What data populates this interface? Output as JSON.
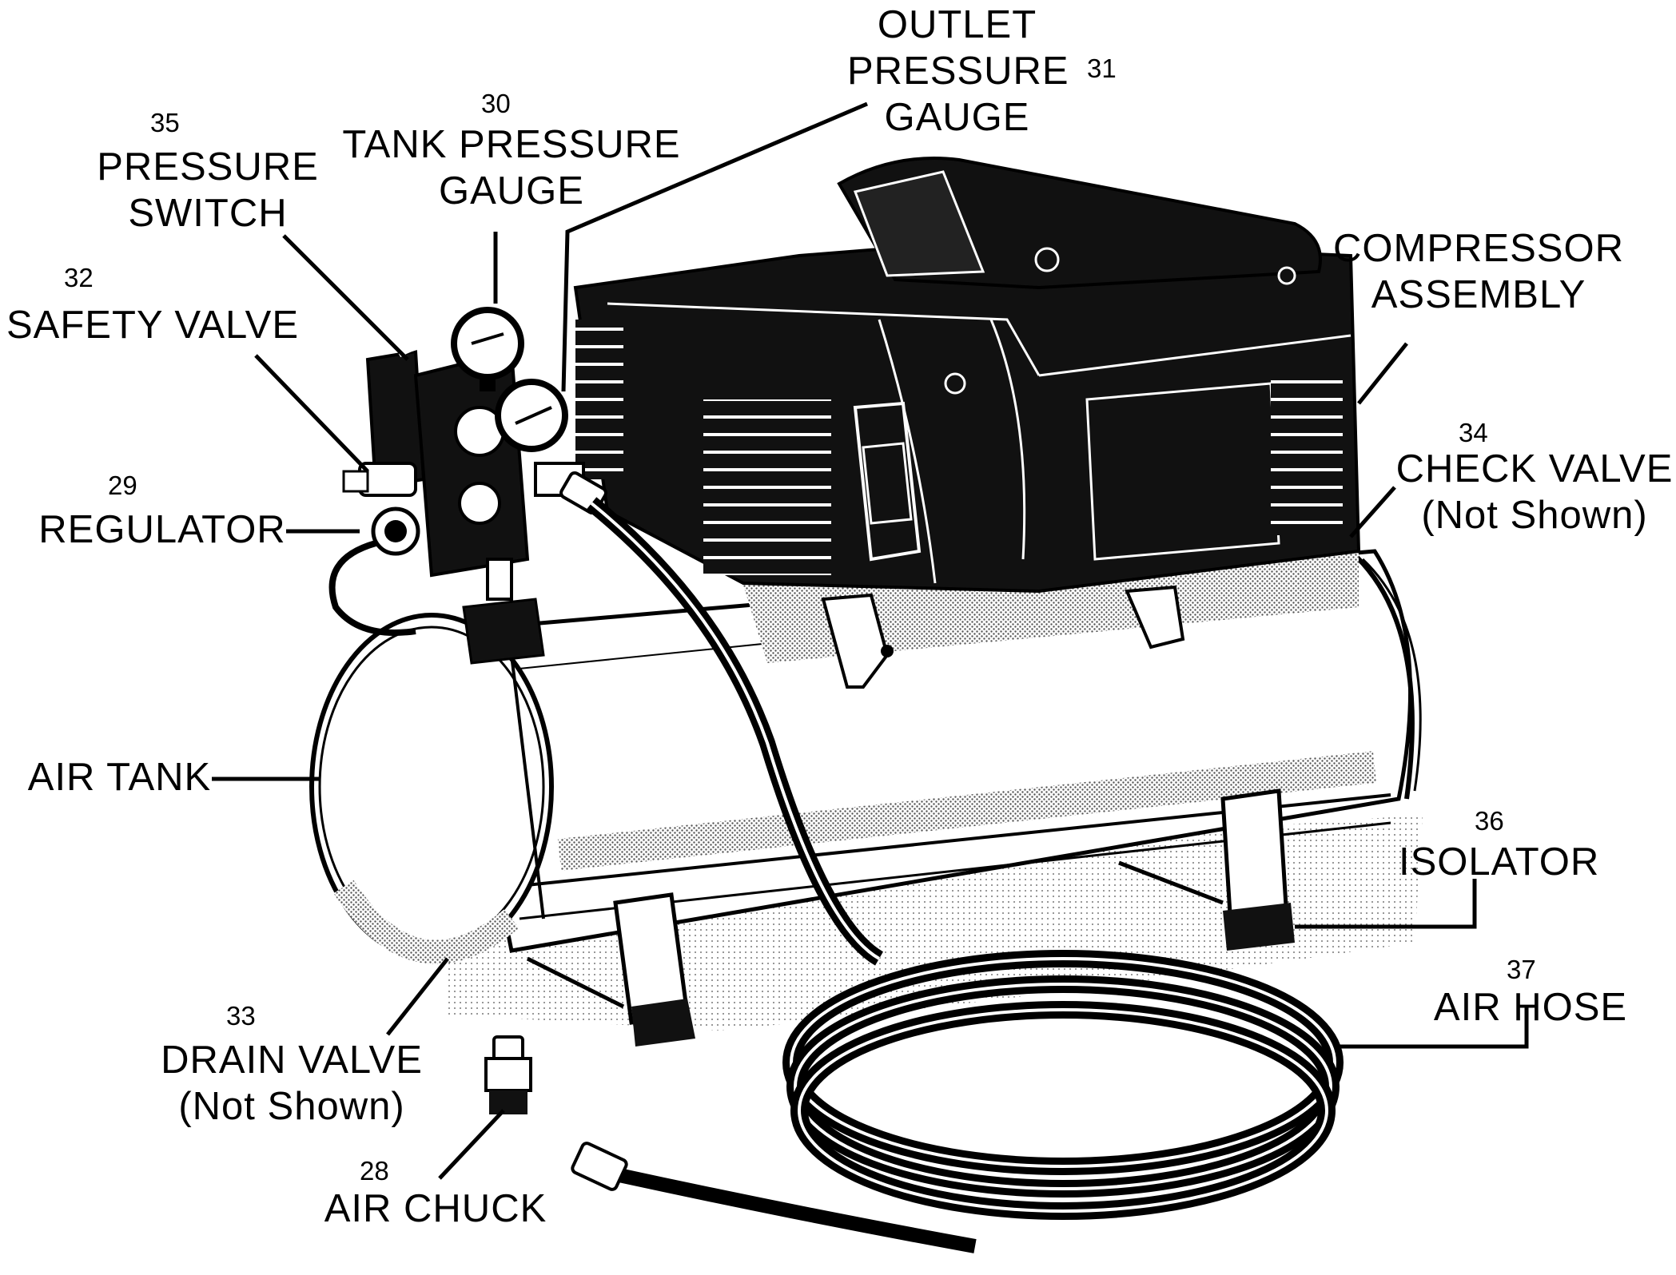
{
  "parts": {
    "outlet_gauge": {
      "number": "31",
      "lines": [
        "OUTLET",
        "PRESSURE",
        "GAUGE"
      ]
    },
    "tank_gauge": {
      "number": "30",
      "lines": [
        "TANK PRESSURE",
        "GAUGE"
      ]
    },
    "pressure_switch": {
      "number": "35",
      "lines": [
        "PRESSURE",
        "SWITCH"
      ]
    },
    "safety_valve": {
      "number": "32",
      "lines": [
        "SAFETY VALVE"
      ]
    },
    "regulator": {
      "number": "29",
      "lines": [
        "REGULATOR"
      ]
    },
    "compressor": {
      "lines": [
        "COMPRESSOR",
        "ASSEMBLY"
      ]
    },
    "check_valve": {
      "number": "34",
      "lines": [
        "CHECK VALVE",
        "(Not Shown)"
      ]
    },
    "air_tank": {
      "lines": [
        "AIR TANK"
      ]
    },
    "isolator": {
      "number": "36",
      "lines": [
        "ISOLATOR"
      ]
    },
    "air_hose": {
      "number": "37",
      "lines": [
        "AIR HOSE"
      ]
    },
    "drain_valve": {
      "number": "33",
      "lines": [
        "DRAIN VALVE",
        "(Not Shown)"
      ]
    },
    "air_chuck": {
      "number": "28",
      "lines": [
        "AIR CHUCK"
      ]
    }
  }
}
